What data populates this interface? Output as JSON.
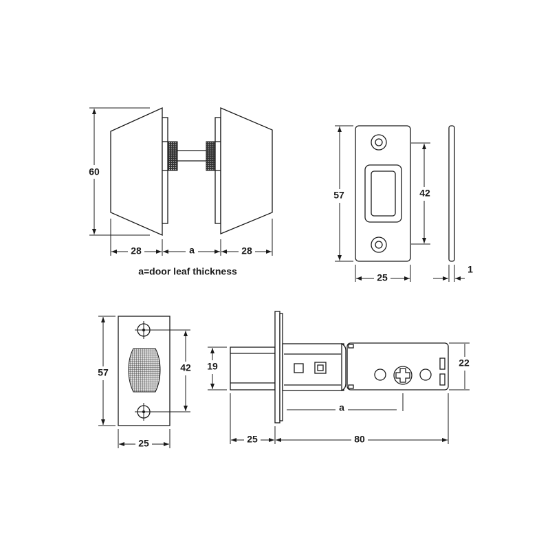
{
  "knob_view": {
    "height": "60",
    "depth_left": "28",
    "door": "a",
    "depth_right": "28",
    "caption": "a=door leaf thickness"
  },
  "strike_plate": {
    "height": "57",
    "hole_spacing": "42",
    "width": "25",
    "thickness": "1"
  },
  "latch_face": {
    "height": "57",
    "hole_spacing": "42",
    "width": "25"
  },
  "latch_side": {
    "bolt_height": "19",
    "body_height": "22",
    "backset": "a",
    "bolt_length": "25",
    "length": "80"
  },
  "colors": {
    "line": "#1a1a1a",
    "background": "#ffffff"
  }
}
